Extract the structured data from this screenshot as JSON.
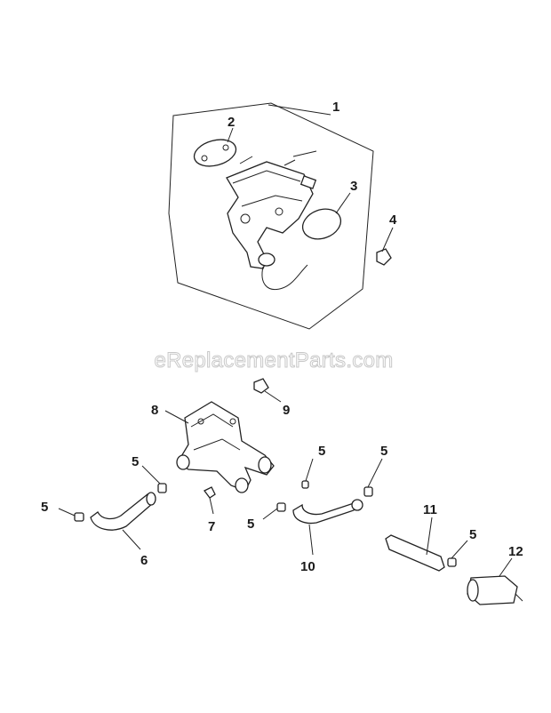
{
  "watermark": "eReplacementParts.com",
  "callouts": {
    "c1": "1",
    "c2": "2",
    "c3": "3",
    "c4": "4",
    "c5a": "5",
    "c5b": "5",
    "c5c": "5",
    "c5d": "5",
    "c5e": "5",
    "c5f": "5",
    "c6": "6",
    "c7": "7",
    "c8": "8",
    "c9": "9",
    "c10": "10",
    "c11": "11",
    "c12": "12"
  }
}
